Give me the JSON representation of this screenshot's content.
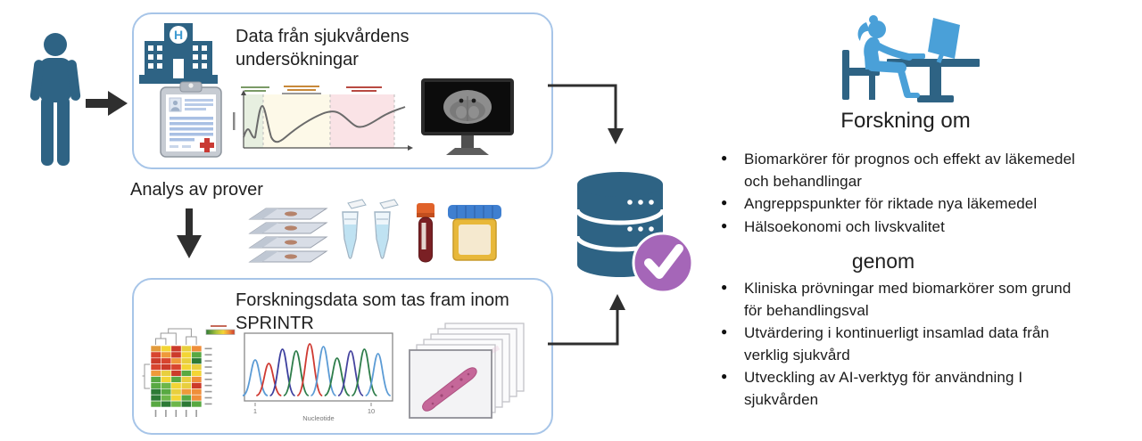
{
  "colors": {
    "teal": "#2e6384",
    "light_blue": "#4aa0d8",
    "purple": "#a566b8",
    "arrow_dark": "#2f2f2f",
    "box_border": "#a7c5e8",
    "hospital_h_blue": "#3d9ad1",
    "red_cross": "#c93a34"
  },
  "flow": {
    "analysis_label": "Analys av prover"
  },
  "box_top": {
    "title": "Data från sjukvårdens undersökningar"
  },
  "box_bottom": {
    "title": "Forskningsdata som tas fram inom SPRINTR",
    "chromatogram": {
      "xlabel": "Nucleotide",
      "tick_first": "1",
      "tick_last": "10",
      "peaks": [
        {
          "color": "#5b9bd5",
          "h": 40
        },
        {
          "color": "#cf3a32",
          "h": 36
        },
        {
          "color": "#3c3f9e",
          "h": 52
        },
        {
          "color": "#2e7d4a",
          "h": 50
        },
        {
          "color": "#cf3a32",
          "h": 58
        },
        {
          "color": "#5b9bd5",
          "h": 55
        },
        {
          "color": "#2e7d4a",
          "h": 42
        },
        {
          "color": "#46449f",
          "h": 50
        },
        {
          "color": "#2e7d4a",
          "h": 52
        },
        {
          "color": "#5b9bd5",
          "h": 47
        }
      ]
    },
    "heatmap": {
      "cells": [
        [
          "#e39b3b",
          "#f3d535",
          "#cc3b2a",
          "#e8cf3e",
          "#ef8e3a"
        ],
        [
          "#d8452f",
          "#ef9a3a",
          "#cc3b2a",
          "#f3d535",
          "#58a942"
        ],
        [
          "#cc3b2a",
          "#d8452f",
          "#ef9a3a",
          "#e8cf3e",
          "#2c7a35"
        ],
        [
          "#d8452f",
          "#cc3b2a",
          "#d8452f",
          "#f3d535",
          "#e8cf3e"
        ],
        [
          "#ef9a3a",
          "#e8cf3e",
          "#cc3b2a",
          "#58a942",
          "#f3d535"
        ],
        [
          "#58a942",
          "#f3d535",
          "#58a942",
          "#e8cf3e",
          "#ef8e3a"
        ],
        [
          "#58a942",
          "#6cb649",
          "#f3d535",
          "#e8cf3e",
          "#cc3b2a"
        ],
        [
          "#2c7a35",
          "#58a942",
          "#e8cf3e",
          "#ef9a3a",
          "#ef8e3a"
        ],
        [
          "#2c7a35",
          "#6cb649",
          "#f3d535",
          "#58a942",
          "#ef8e3a"
        ],
        [
          "#58a942",
          "#2c7a35",
          "#6cb649",
          "#2c7a35",
          "#58a942"
        ]
      ]
    }
  },
  "hospital": {
    "letter": "H"
  },
  "right_panel": {
    "title": "Forskning om",
    "bullets_primary": [
      "Biomarkörer för prognos och effekt av läkemedel och behandlingar",
      "Angreppspunkter för riktade nya läkemedel",
      "Hälsoekonomi och livskvalitet"
    ],
    "connector_heading": "genom",
    "bullets_secondary": [
      "Kliniska prövningar med biomarkörer som grund för behandlingsval",
      "Utvärdering i kontinuerligt insamlad data från verklig sjukvård",
      "Utveckling av AI-verktyg för användning I sjukvården"
    ]
  }
}
